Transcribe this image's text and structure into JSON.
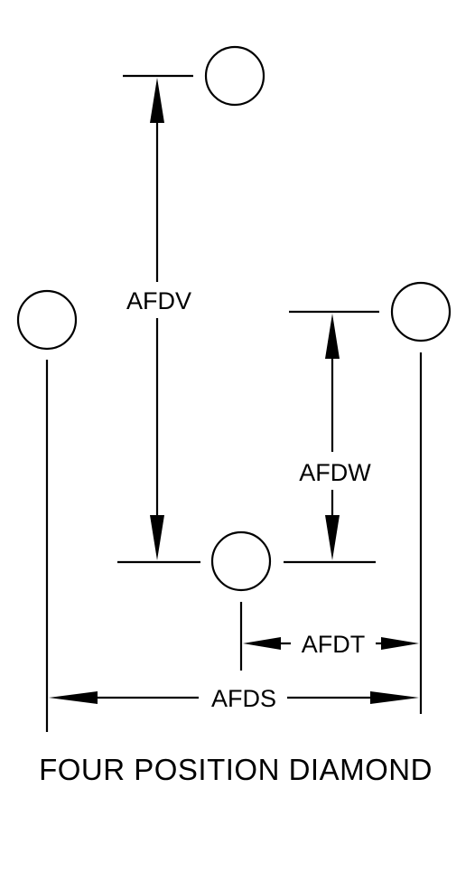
{
  "diagram": {
    "title": "FOUR POSITION DIAMOND",
    "dimensions": {
      "afdv": "AFDV",
      "afdw": "AFDW",
      "afdt": "AFDT",
      "afds": "AFDS"
    },
    "hole_positions": [
      "top",
      "left",
      "right",
      "bottom"
    ],
    "colors": {
      "ink": "#000000",
      "background": "#ffffff"
    }
  }
}
